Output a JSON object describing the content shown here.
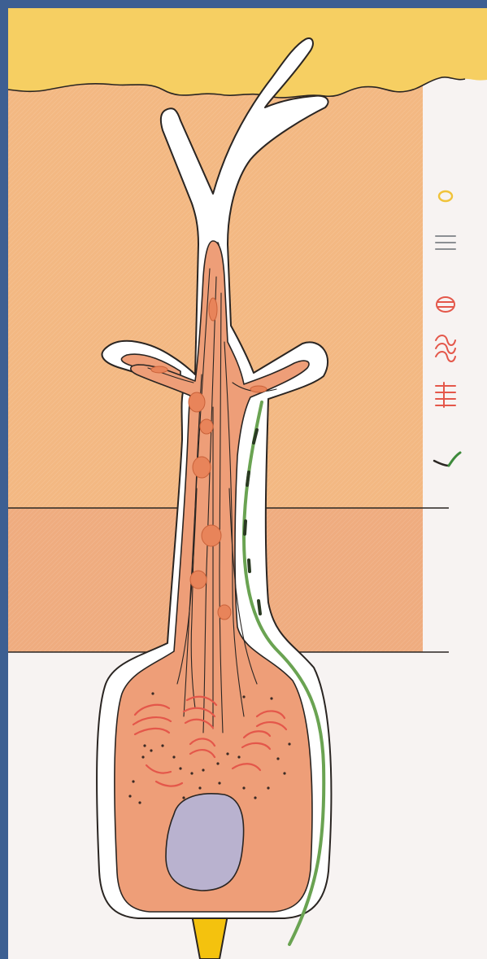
{
  "colors": {
    "frame": "#3d5f92",
    "paper": "#f7f3f2",
    "top_layer": "#f6cf62",
    "upper_layer": "#f3b882",
    "lower_layer": "#efac7f",
    "cell_body": "#ee9e78",
    "organelle": "#e8845a",
    "nucleus": "#b9b2cf",
    "outline": "#2a2522",
    "dendrite_white": "#ffffff",
    "green_fiber": "#6aa352",
    "axon": "#f4c20e",
    "legend_yellow": "#f0c33a",
    "legend_gray": "#8c8f93",
    "legend_red": "#e4574a",
    "legend_green": "#3e8a3c"
  },
  "legend": [
    {
      "icon": "oval-symbol-icon",
      "color": "yellow"
    },
    {
      "icon": "parallel-lines-symbol-icon",
      "color": "gray"
    },
    {
      "icon": "striped-oval-symbol-icon",
      "color": "red"
    },
    {
      "icon": "stacked-loops-symbol-icon",
      "color": "red"
    },
    {
      "icon": "comb-stack-symbol-icon",
      "color": "red"
    },
    {
      "icon": "branch-symbol-icon",
      "color": "green"
    }
  ]
}
